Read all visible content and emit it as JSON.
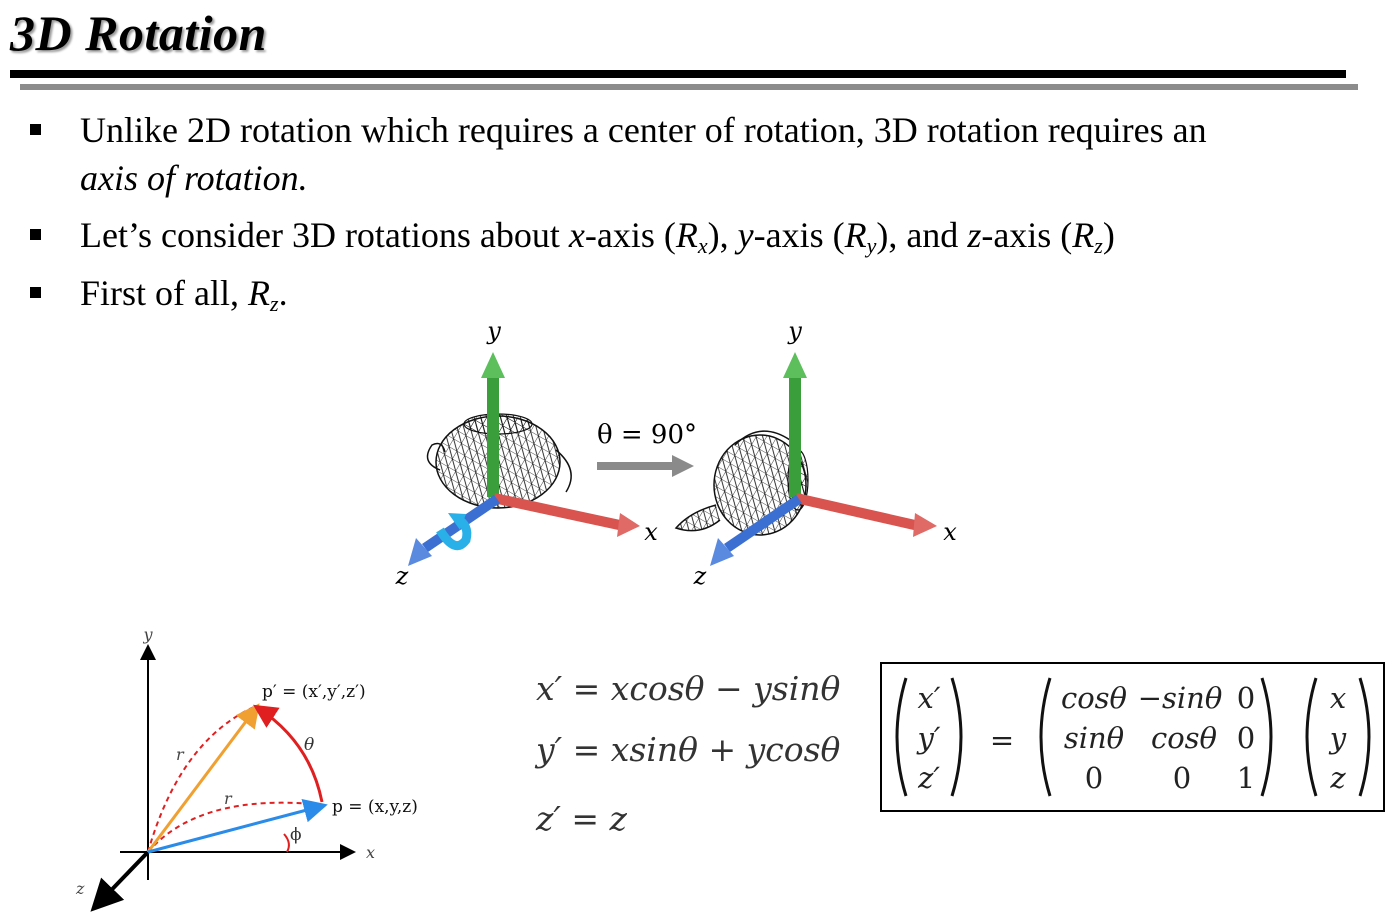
{
  "slide": {
    "title": "3D Rotation",
    "bullets": [
      {
        "line1": "Unlike 2D rotation which requires a center of rotation, 3D rotation requires an",
        "line2": "axis of rotation."
      },
      {
        "pre": "Let’s consider 3D rotations about ",
        "x": "x",
        "axis_word_1": "-axis (",
        "R1": "R",
        "s1": "x",
        "mid1": "), ",
        "y": "y",
        "axis_word_2": "-axis (",
        "R2": "R",
        "s2": "y",
        "mid2": "), and ",
        "z": "z",
        "axis_word_3": "-axis (",
        "R3": "R",
        "s3": "z",
        "end": ")"
      },
      {
        "pre": "First of all, ",
        "R": "R",
        "s": "z",
        "end": "."
      }
    ]
  },
  "teapot_figure": {
    "axis_y": "y",
    "axis_x": "x",
    "axis_z": "z",
    "angle_label": "θ = 90°",
    "colors": {
      "x_axis": "#d9534f",
      "y_axis": "#3a9e3a",
      "z_axis": "#3b6fd1",
      "rotate_arrow": "#2ab0e8",
      "transition_arrow": "#8a8a8a"
    }
  },
  "vector_figure": {
    "axis_y": "y",
    "axis_x": "x",
    "axis_z": "z",
    "p_prime_label": "p′ = (x′,y′,z′)",
    "p_label": "p = (x,y,z)",
    "r_label": "r",
    "theta_label": "θ",
    "phi_label": "ϕ",
    "colors": {
      "p_vector": "#2a8be8",
      "p_prime_vector": "#f0a030",
      "arc": "#e02020"
    }
  },
  "equations": {
    "eq1": "x′ = xcosθ − ysinθ",
    "eq2": "y′ = xsinθ + ycosθ",
    "eq3": "z′ = z"
  },
  "matrix": {
    "lhs": [
      "x′",
      "y′",
      "z′"
    ],
    "equals": "=",
    "rows": [
      [
        "cosθ",
        "−sinθ",
        "0"
      ],
      [
        "sinθ",
        "cosθ",
        "0"
      ],
      [
        "0",
        "0",
        "1"
      ]
    ],
    "rhs": [
      "x",
      "y",
      "z"
    ]
  }
}
